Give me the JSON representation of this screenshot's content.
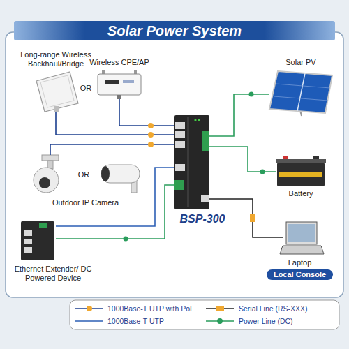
{
  "diagram": {
    "title": "Solar Power System",
    "nodes": [
      {
        "text": [
          "Long-range Wireless Backhaul/Bridge"
        ]
      },
      {
        "text": [
          "Wireless CPE/AP"
        ]
      },
      {
        "text": [
          "Solar PV"
        ]
      },
      {
        "text": [
          "Outdoor IP Camera"
        ]
      },
      {
        "text": [
          "BSP-300"
        ]
      },
      {
        "text": [
          "Battery"
        ]
      },
      {
        "text": [
          "Ethernet Extender/ DC Powered Device"
        ]
      },
      {
        "text": [
          "Laptop",
          "Local Console"
        ]
      }
    ],
    "edges": [
      {
        "from": 0,
        "to": 4,
        "arrow": "none"
      },
      {
        "from": 1,
        "to": 4,
        "arrow": "none"
      },
      {
        "from": 3,
        "to": 4,
        "arrow": "none"
      },
      {
        "from": 2,
        "to": 4,
        "arrow": "none"
      },
      {
        "from": 5,
        "to": 4,
        "arrow": "none"
      },
      {
        "from": 6,
        "to": 4,
        "arrow": "none"
      },
      {
        "from": 6,
        "to": 4,
        "arrow": "none"
      },
      {
        "from": 4,
        "to": 7,
        "arrow": "none"
      }
    ],
    "labels": [
      "OR",
      "OR"
    ],
    "legend": [
      {
        "text": "1000Base-T UTP with PoE"
      },
      {
        "text": "1000Base-T UTP"
      },
      {
        "text": "Serial Line (RS-XXX)"
      },
      {
        "text": "Power Line (DC)"
      }
    ]
  }
}
